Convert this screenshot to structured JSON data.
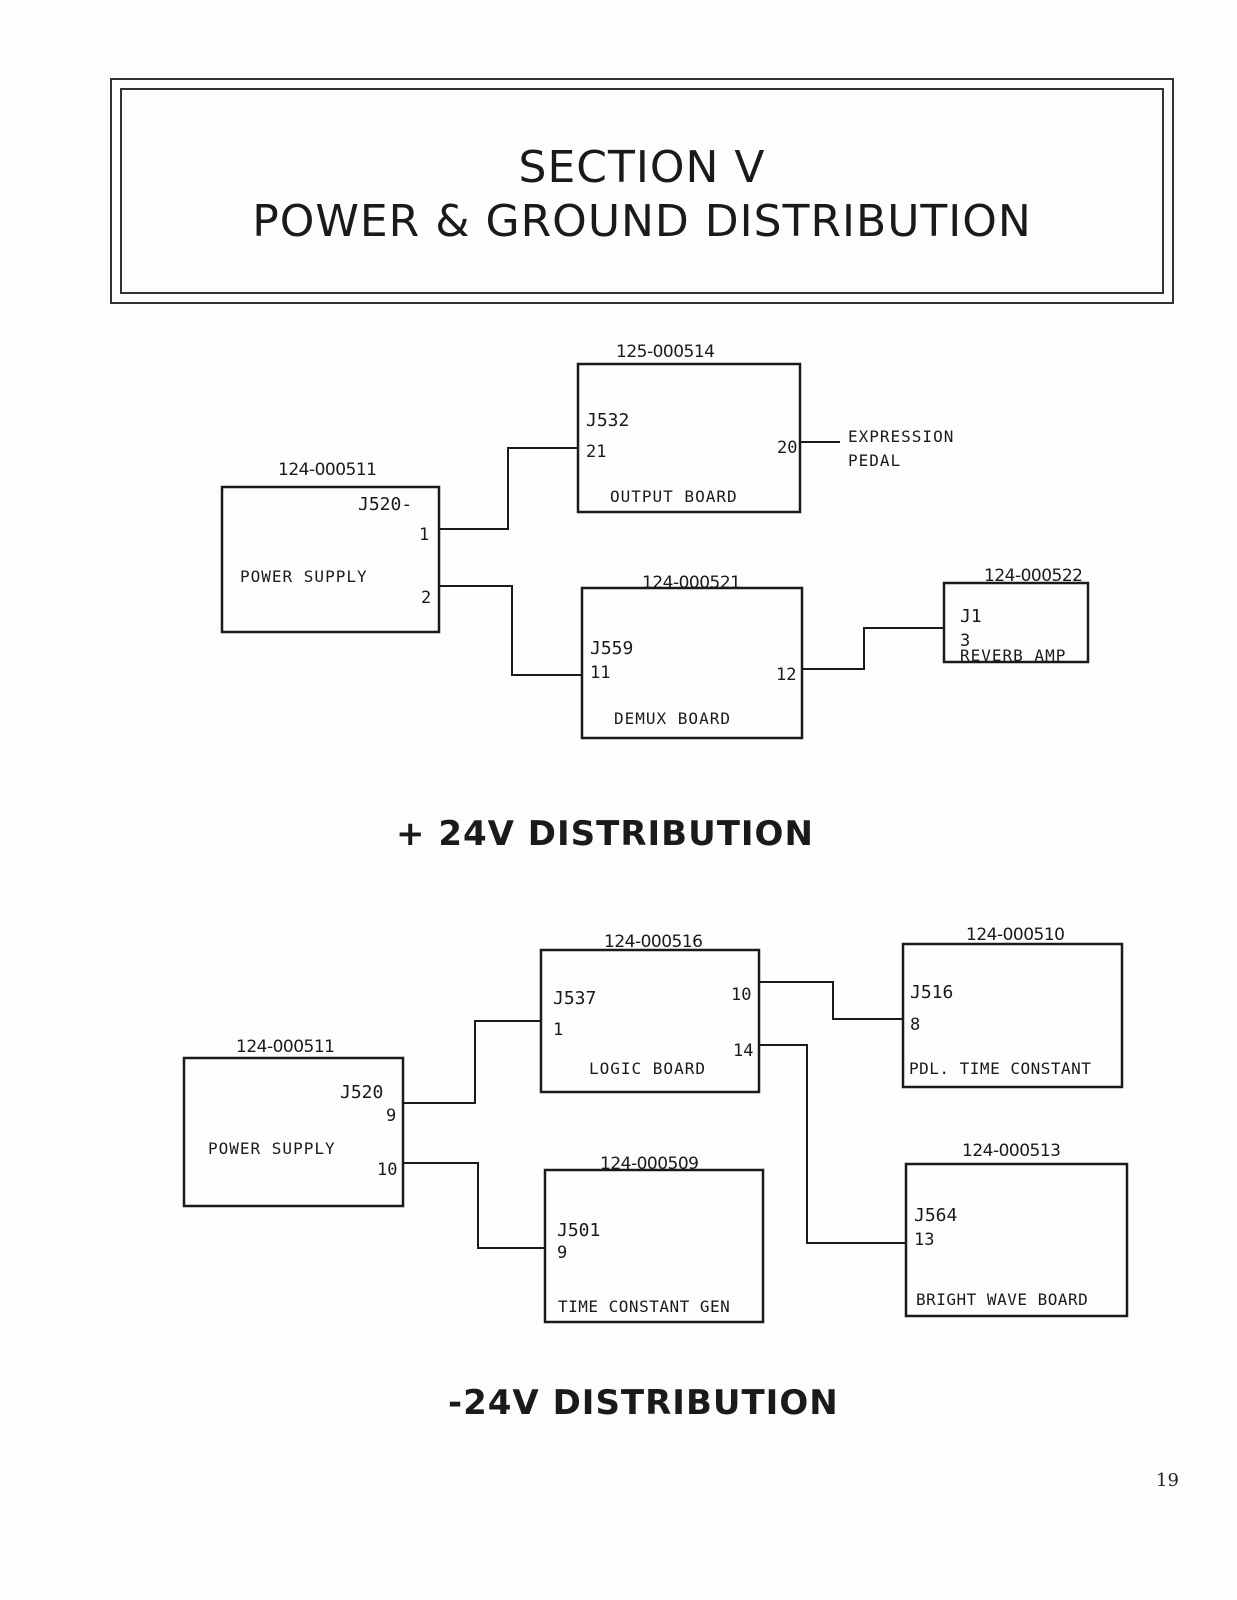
{
  "header": {
    "section": "SECTION V",
    "title": "POWER & GROUND DISTRIBUTION"
  },
  "plus24": {
    "caption": "+ 24V DISTRIBUTION",
    "power_supply": {
      "part": "124-000511",
      "connector": "J520-",
      "pin_a": "1",
      "pin_b": "2",
      "label": "POWER SUPPLY"
    },
    "output_board": {
      "part": "125-000514",
      "connector": "J532",
      "pin_in": "21",
      "pin_out": "20",
      "label": "OUTPUT BOARD"
    },
    "expression": {
      "line1": "EXPRESSION",
      "line2": "PEDAL"
    },
    "demux_board": {
      "part": "124-000521",
      "connector": "J559",
      "pin_in": "11",
      "pin_out": "12",
      "label": "DEMUX BOARD"
    },
    "reverb_amp": {
      "part": "124-000522",
      "connector": "J1",
      "pin": "3",
      "label": "REVERB AMP"
    }
  },
  "minus24": {
    "caption": "-24V DISTRIBUTION",
    "power_supply": {
      "part": "124-000511",
      "connector": "J520",
      "pin_a": "9",
      "pin_b": "10",
      "label": "POWER SUPPLY"
    },
    "logic_board": {
      "part": "124-000516",
      "connector": "J537",
      "pin_in": "1",
      "pin_out_a": "10",
      "pin_out_b": "14",
      "label": "LOGIC BOARD"
    },
    "pdl_time": {
      "part": "124-000510",
      "connector": "J516",
      "pin": "8",
      "label": "PDL. TIME CONSTANT"
    },
    "time_gen": {
      "part": "124-000509",
      "connector": "J501",
      "pin": "9",
      "label": "TIME CONSTANT GEN"
    },
    "bright_wave": {
      "part": "124-000513",
      "connector": "J564",
      "pin": "13",
      "label": "BRIGHT WAVE BOARD"
    }
  },
  "page_number": "19"
}
